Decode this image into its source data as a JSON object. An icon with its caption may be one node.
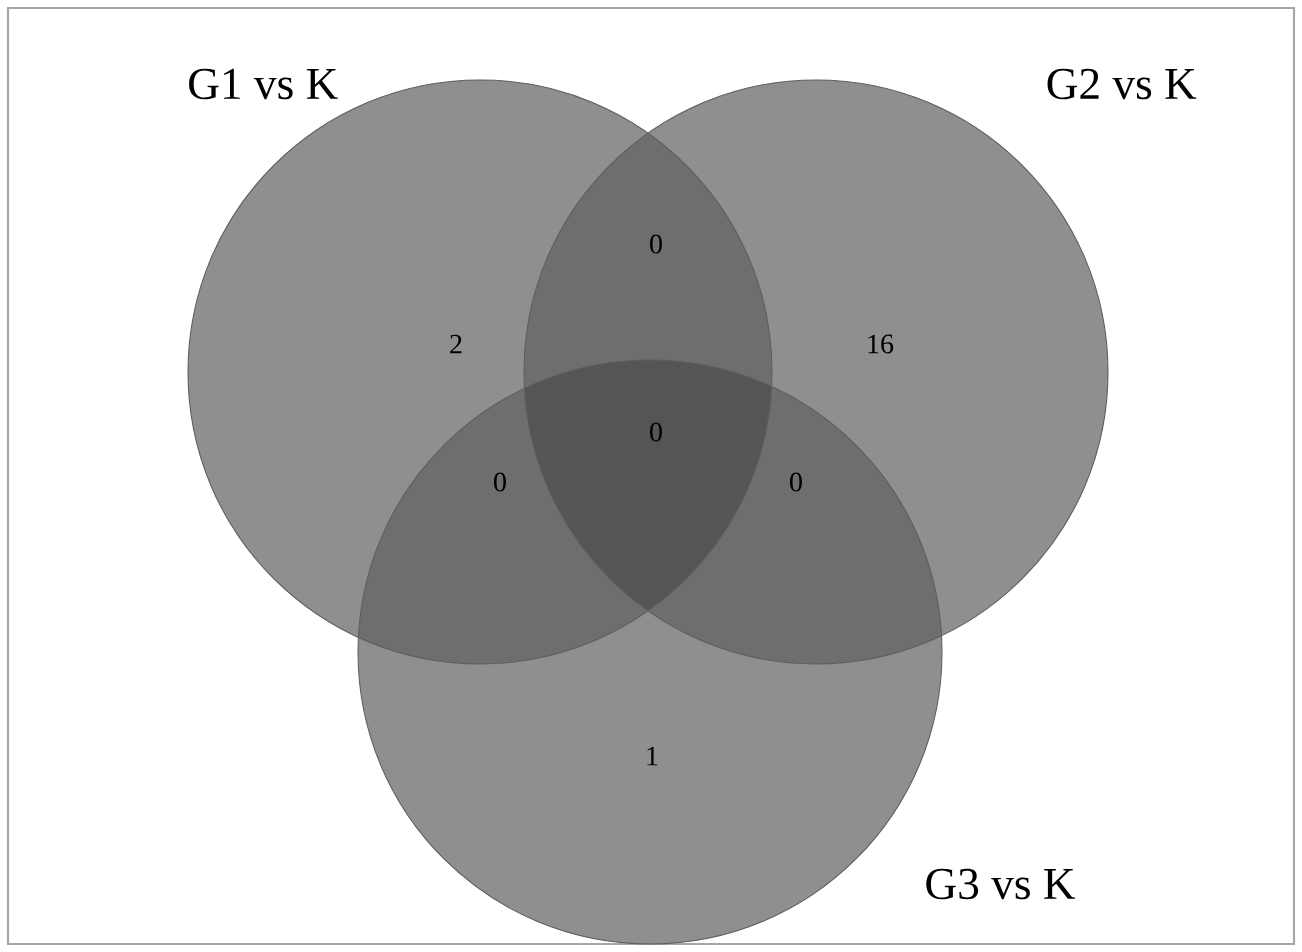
{
  "diagram": {
    "nodes": [
      {
        "text": [
          "G1 vs K"
        ]
      },
      {
        "text": [
          "G2 vs K"
        ]
      },
      {
        "text": [
          "G3 vs K"
        ]
      }
    ],
    "labels": [
      "0",
      "2",
      "16",
      "0",
      "0",
      "0",
      "1"
    ]
  }
}
